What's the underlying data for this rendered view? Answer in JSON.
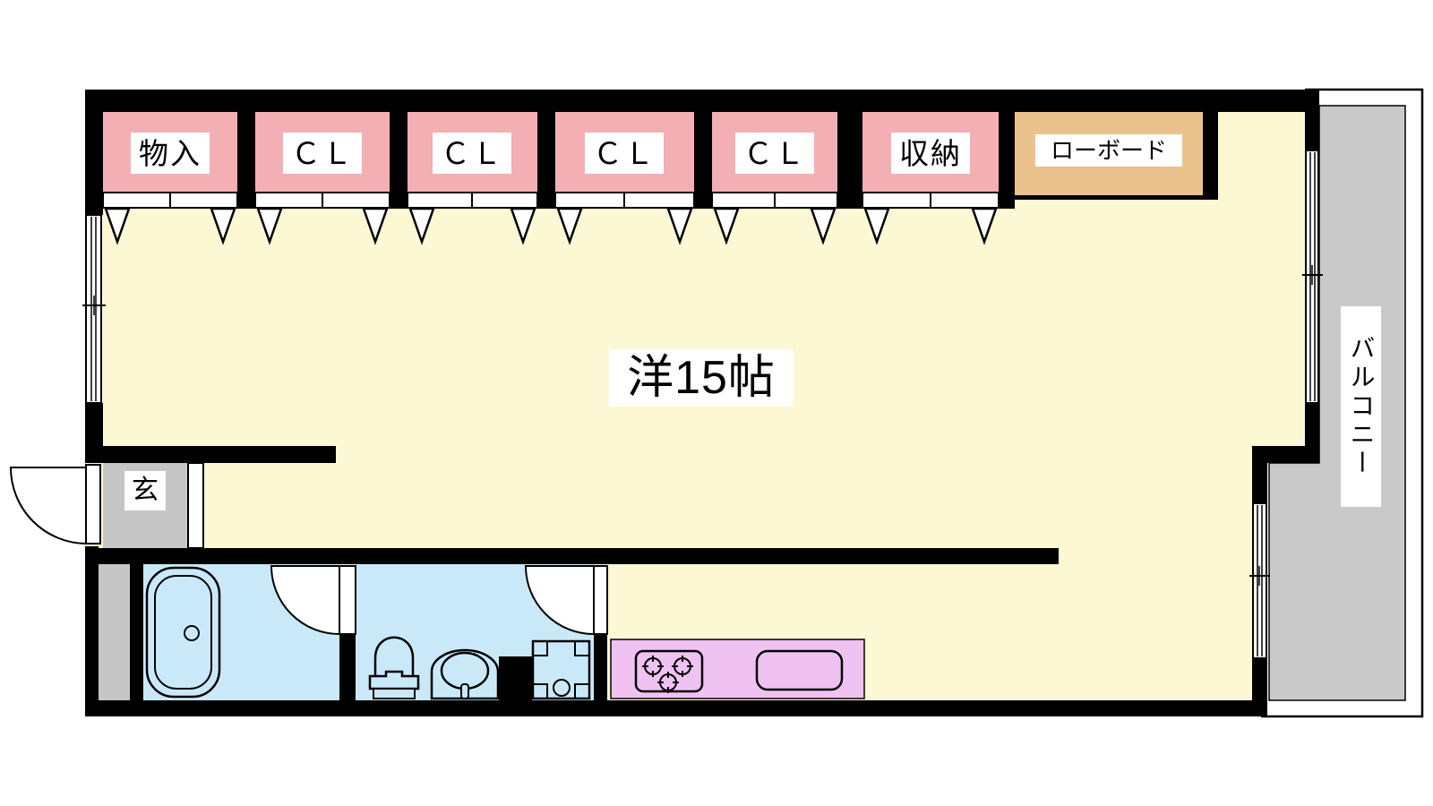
{
  "plan": {
    "room": {
      "label": "洋15帖"
    },
    "closets": [
      {
        "label": "物入"
      },
      {
        "label": "ＣＬ"
      },
      {
        "label": "ＣＬ"
      },
      {
        "label": "ＣＬ"
      },
      {
        "label": "ＣＬ"
      },
      {
        "label": "収納"
      }
    ],
    "lowboard": {
      "label": "ローボード"
    },
    "entrance": {
      "label": "玄"
    },
    "balcony": {
      "label": "バルコニー"
    },
    "fixtures": [
      "bathtub",
      "toilet",
      "washbasin",
      "washing-machine-pan",
      "stove-3-burner",
      "kitchen-sink"
    ],
    "colors": {
      "wall": "#000000",
      "room_floor": "#FCF8D3",
      "closet": "#F4AFB5",
      "lowboard": "#E9C28E",
      "balcony": "#C9C9C9",
      "entrance": "#C6C6C6",
      "bathroom": "#C9E9F9",
      "kitchen_counter": "#EFC2F2",
      "label_bg": "#FFFFFF"
    }
  }
}
